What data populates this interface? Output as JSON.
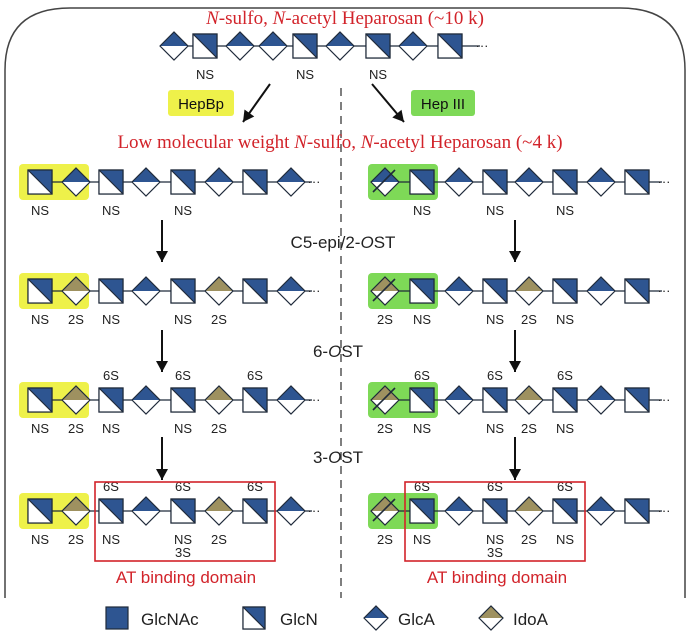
{
  "colors": {
    "blue": "#2e5591",
    "ido": "#9e9160",
    "red": "#d2232a",
    "yellow": "#eef14a",
    "green": "#7ed957",
    "ink": "#1f2a3a"
  },
  "title": {
    "ns": "N",
    "p1": "-sulfo, ",
    "na": "N",
    "p2": "-acetyl Heparosan (~10 k)"
  },
  "subtitle": {
    "p1": "Low molecular weight ",
    "ns": "N",
    "p2": "-sulfo, ",
    "na": "N",
    "p3": "-acetyl Heparosan (~4 k)"
  },
  "enzymes": {
    "left": "HepBp",
    "right": "Hep III"
  },
  "steps": {
    "s1": {
      "pre": "C5-epi/2-",
      "o": "O",
      "post": "ST"
    },
    "s2": {
      "pre": "6-",
      "o": "O",
      "post": "ST"
    },
    "s3": {
      "pre": "3-",
      "o": "O",
      "post": "ST"
    }
  },
  "domain_label": "AT binding domain",
  "legend": {
    "glcnac": "GlcNAc",
    "glcn": "GlcN",
    "glca": "GlcA",
    "idoa": "IdoA"
  },
  "label_ns": "NS",
  "label_2s": "2S",
  "label_6s": "6S",
  "label_3s": "3S",
  "ellipsis": "···"
}
